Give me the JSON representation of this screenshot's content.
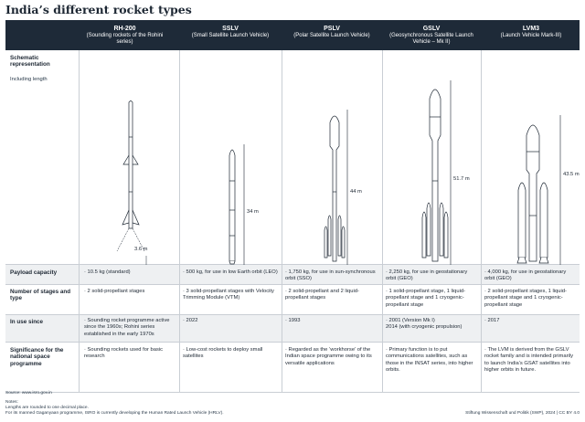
{
  "title": "India’s different rocket types",
  "columns": [
    {
      "name": "RH-200",
      "sub": "(Sounding rockets of the Rohini series)",
      "length": "3.6 m"
    },
    {
      "name": "SSLV",
      "sub": "(Small Satellite Launch Vehicle)",
      "length": "34 m"
    },
    {
      "name": "PSLV",
      "sub": "(Polar Satellite Launch Vehicle)",
      "length": "44 m"
    },
    {
      "name": "GSLV",
      "sub": "(Geosynchronous Satellite Launch Vehicle – Mk II)",
      "length": "51.7 m"
    },
    {
      "name": "LVM3",
      "sub": "(Launch Vehicle Mark-III)",
      "length": "43.5 m"
    }
  ],
  "rows": {
    "schematic": {
      "label": "Schematic representation",
      "sub": "Including length"
    },
    "payload": {
      "label": "Payload capacity",
      "values": [
        "10.5 kg (standard)",
        "500 kg, for use in low Earth orbit (LEO)",
        "1,750 kg, for use in sun-synchronous orbit (SSO)",
        "2,250 kg, for use in geostationary orbit (GEO)",
        "4,000 kg, for use in geostationary orbit (GEO)"
      ]
    },
    "stages": {
      "label": "Number of stages and type",
      "values": [
        "2 solid-propellant stages",
        "3 solid-propellant stages with Velocity Trimming Module (VTM)",
        "2 solid-propellant and 2 liquid-propellant stages",
        "1 solid-propellant stage, 1 liquid-propellant stage and 1 cryogenic-propellant stage",
        "2 solid-propellant stages, 1 liquid-propellant stage and 1 cryogenic-propellant stage"
      ]
    },
    "inuse": {
      "label": "In use since",
      "values": [
        "Sounding rocket programme active since the 1960s; Rohini series established in the early 1970s",
        "2022",
        "1993",
        "2001 (Version Mk I)\n2014 (with cryogenic propulsion)",
        "2017"
      ]
    },
    "significance": {
      "label": "Significance for the national space programme",
      "values": [
        "Sounding rockets used for basic research",
        "Low-cost rockets to deploy small satellites",
        "Regarded as the ‘workhorse’ of the Indian space programme owing to its versatile applications",
        "Primary function is to put communications satellites, such as those in the INSAT series, into higher orbits.",
        "The LVM is derived from the GSLV rocket family and is intended primarily to launch India’s GSAT satellites into higher orbits in future."
      ]
    }
  },
  "footer": {
    "source": "Source: www.isro.gov.in",
    "notes_title": "Notes:",
    "note1": "Lengths are rounded to one decimal place.",
    "note2": "For its manned Gaganyaan programme, ISRO is currently developing the Human Rated Launch Vehicle (HRLV).",
    "credit": "Stiftung Wissenschaft und Politik (SWP), 2024 | CC BY 4.0"
  },
  "colors": {
    "header": "#1e2a38",
    "shade": "#eef0f2",
    "rocket": "#1d2733"
  }
}
